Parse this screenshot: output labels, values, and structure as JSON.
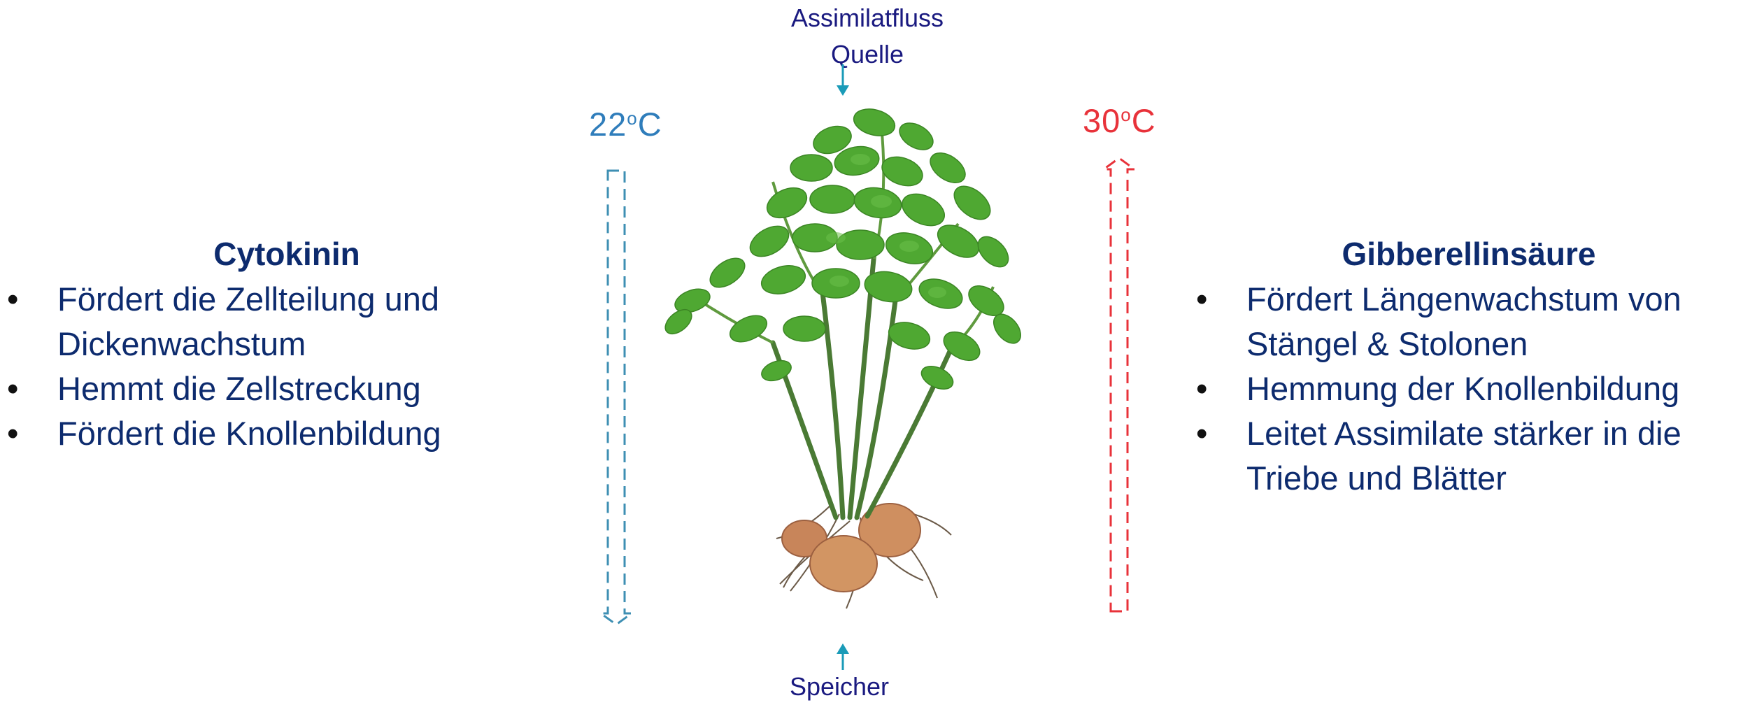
{
  "flow": {
    "top_line1": "Assimilatfluss",
    "top_line2": "Quelle",
    "bottom": "Speicher"
  },
  "temperatures": {
    "left": {
      "value": "22",
      "unit_sup": "o",
      "unit": "C",
      "color": "#2f7dbb"
    },
    "right": {
      "value": "30",
      "unit_sup": "o",
      "unit": "C",
      "color": "#e8323a"
    }
  },
  "left_column": {
    "title": "Cytokinin",
    "items": [
      "Fördert die Zellteilung und Dickenwachstum",
      "Hemmt die Zellstreckung",
      "Fördert die Knollenbildung"
    ]
  },
  "right_column": {
    "title": "Gibberellinsäure",
    "items": [
      "Fördert Längenwachstum von Stängel & Stolonen",
      "Hemmung der Knollenbildung",
      "Leitet Assimilate stärker in die Triebe und Blätter"
    ]
  },
  "colors": {
    "text_dark_blue": "#0d2b6e",
    "arrow_teal": "#1a9bb8",
    "leaf_green": "#4fa832",
    "tuber_brown": "#c8855a"
  },
  "icons": [
    "potato-plant-image",
    "down-dashed-arrow-icon",
    "up-dashed-arrow-icon",
    "small-down-arrow-icon",
    "small-up-arrow-icon"
  ]
}
